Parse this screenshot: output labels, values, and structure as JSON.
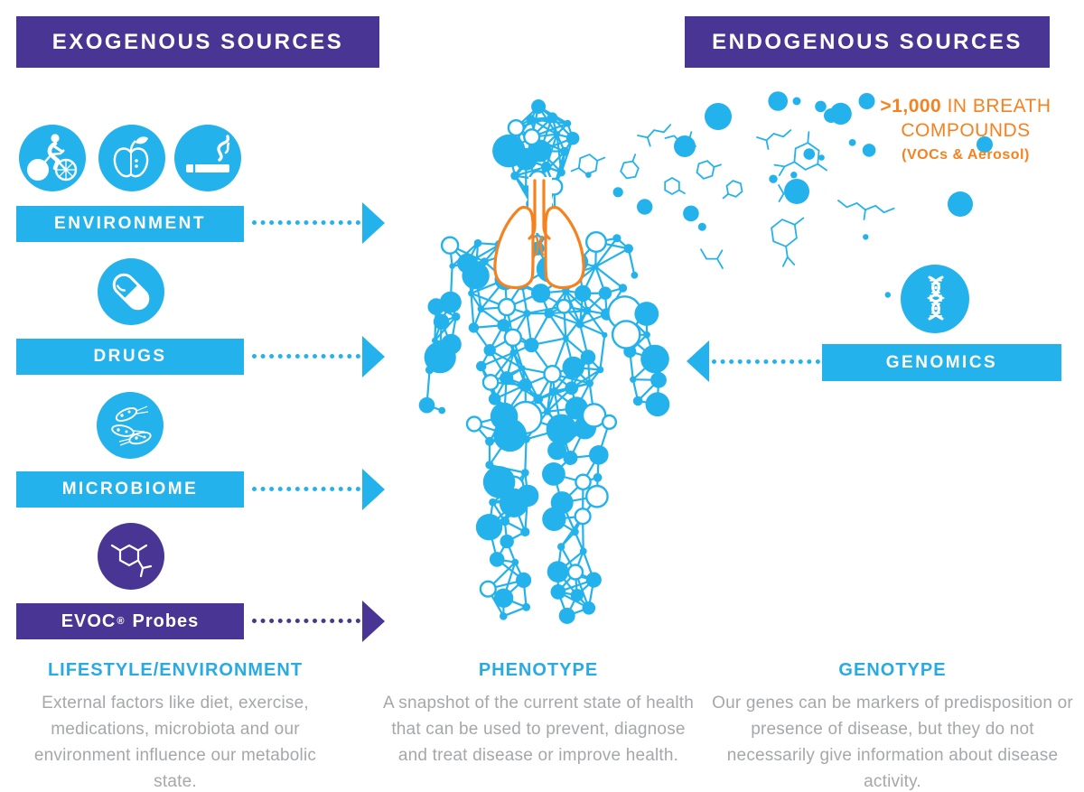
{
  "colors": {
    "blue": "#24B2EC",
    "purple": "#483594",
    "orange": "#F5821F",
    "gray_text": "#A5A7AA",
    "heading_blue": "#29ABE2"
  },
  "exogenous": {
    "banner": "EXOGENOUS SOURCES",
    "rows": [
      {
        "label": "ENVIRONMENT",
        "icons": [
          "cyclist-icon",
          "apple-icon",
          "cigarette-icon"
        ]
      },
      {
        "label": "DRUGS",
        "icons": [
          "pill-icon"
        ]
      },
      {
        "label": "MICROBIOME",
        "icons": [
          "bacteria-icon"
        ]
      },
      {
        "label": "EVOC",
        "label_sup": "®",
        "label_rest": "Probes",
        "icons": [
          "molecule-icon"
        ]
      }
    ]
  },
  "endogenous": {
    "banner": "ENDOGENOUS SOURCES",
    "row": {
      "label": "GENOMICS",
      "icon": "dna-icon"
    }
  },
  "breath_callout": {
    "highlight": ">1,000",
    "line1_rest": "IN BREATH",
    "line2": "COMPOUNDS",
    "line3": "(VOCs & Aerosol)"
  },
  "footer_columns": [
    {
      "heading": "LIFESTYLE/ENVIRONMENT",
      "body": "External factors like diet, exercise, medications, microbiota and our environment influence our metabolic state."
    },
    {
      "heading": "PHENOTYPE",
      "body": "A snapshot of the current state of health that can be used to prevent, diagnose and treat disease or improve health."
    },
    {
      "heading": "GENOTYPE",
      "body": "Our genes can be markers of predisposition or presence of disease, but they do not necessarily give information about disease activity."
    }
  ]
}
